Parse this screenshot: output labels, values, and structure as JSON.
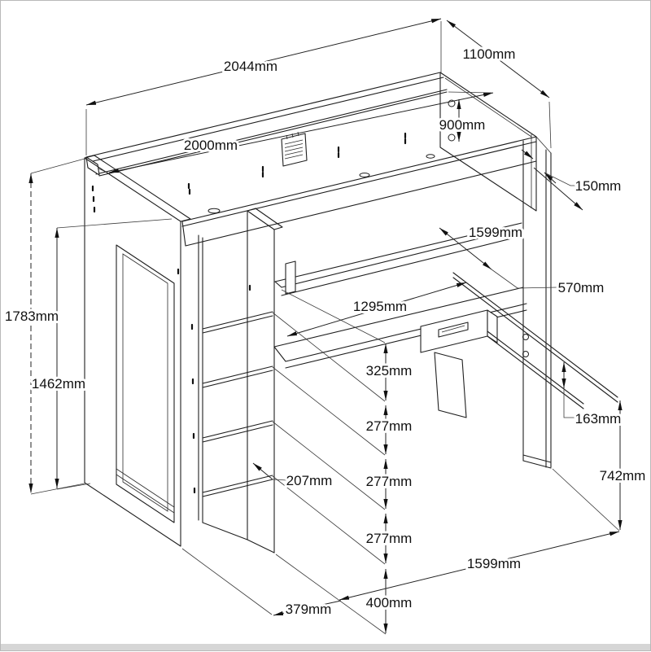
{
  "diagram": {
    "type": "furniture technical dimension drawing",
    "subject": "loft bed with wardrobe, shelf steps and desk (isometric view)",
    "unit": "mm",
    "colors": {
      "line": "#1f1f1f",
      "background": "#ffffff",
      "border": "#b9b9b9",
      "bottom_band": "#d6d6d6"
    }
  },
  "labels": {
    "overall_length": "2044mm",
    "overall_depth": "1100mm",
    "bed_length": "2000mm",
    "bed_width": "900mm",
    "rail_height": "150mm",
    "desk_length_top": "1599mm",
    "desk_depth": "570mm",
    "desk_shelf_length": "1295mm",
    "shelf_gap_top": "325mm",
    "shelf_gap_2": "277mm",
    "shelf_gap_3": "277mm",
    "shelf_gap_4": "277mm",
    "shelf_depth": "207mm",
    "batten_gap": "163mm",
    "desk_height": "742mm",
    "overall_height": "1783mm",
    "wardrobe_height": "1462mm",
    "desk_length_bottom": "1599mm",
    "floor_gap": "400mm",
    "step_depth": "379mm"
  }
}
